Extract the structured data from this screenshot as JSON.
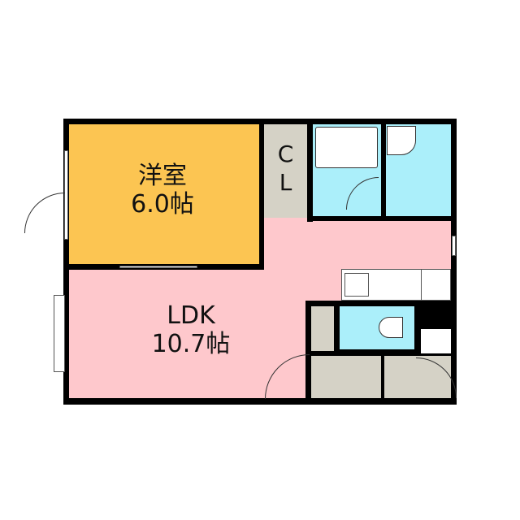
{
  "rooms": {
    "western": {
      "name": "洋室",
      "size": "6.0帖",
      "color": "#fcc552"
    },
    "ldk": {
      "name": "LDK",
      "size": "10.7帖",
      "color": "#fec8cc"
    },
    "closet": {
      "line1": "C",
      "line2": "L",
      "color": "#d5d2c6"
    },
    "wet_color": "#abeffa",
    "storage_color": "#d5d2c6"
  }
}
